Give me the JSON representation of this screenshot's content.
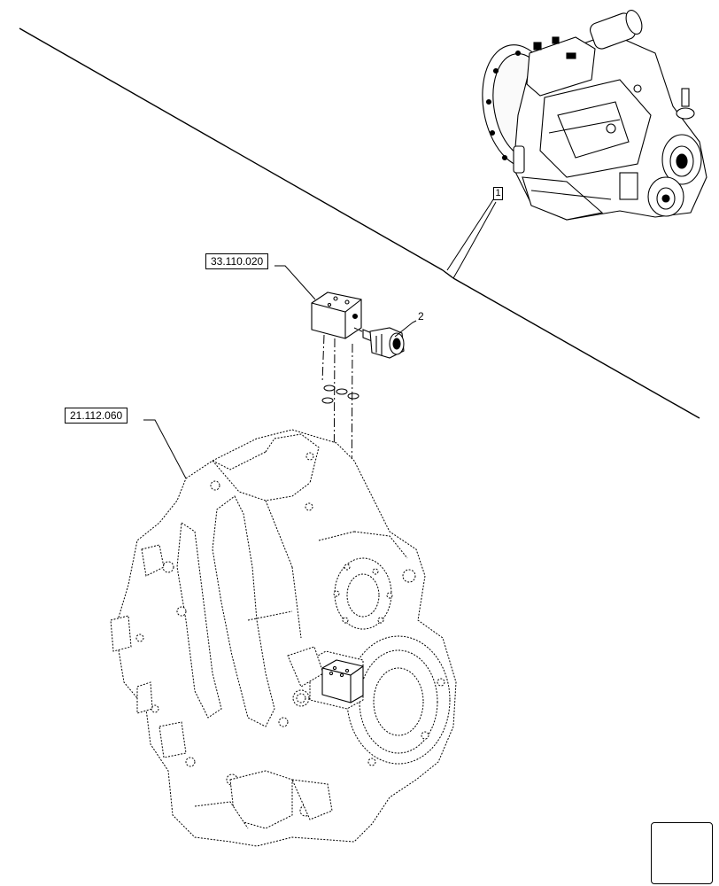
{
  "labels": {
    "reference_1": "33.110.020",
    "reference_2": "21.112.060"
  },
  "callouts": {
    "item_2": "2",
    "item_1": "1"
  },
  "icons": {
    "navigation": "next-page-arrow-icon",
    "transmission": "transmission-assembly-icon",
    "housing": "gearbox-housing-icon",
    "valve_block": "valve-block-icon",
    "fitting": "fitting-icon",
    "o_rings": "o-ring-icon"
  }
}
